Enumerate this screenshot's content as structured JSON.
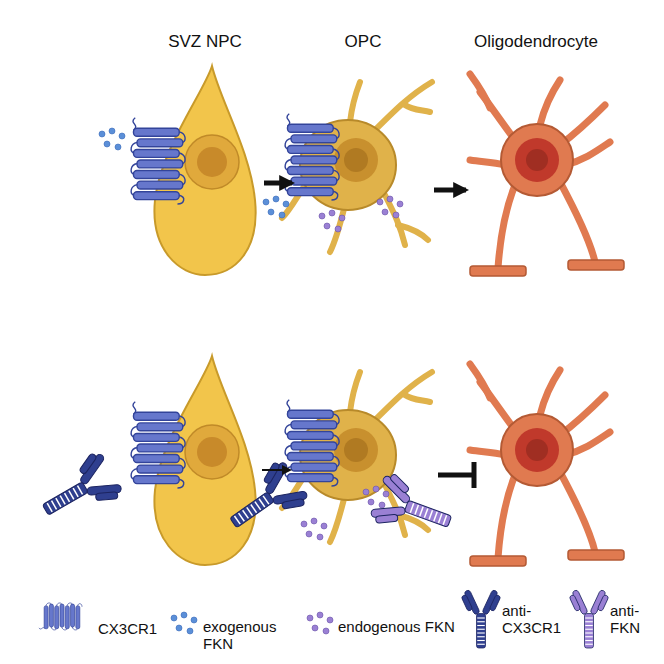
{
  "diagram": {
    "nodes": [
      {
        "text": [
          "SVZ NPC"
        ]
      },
      {
        "text": [
          "OPC"
        ]
      },
      {
        "text": [
          "Oligodendrocyte"
        ]
      }
    ],
    "edges": [
      {
        "from": 0,
        "to": 1,
        "arrow": "to"
      },
      {
        "from": 1,
        "to": 2,
        "arrow": "to"
      }
    ],
    "legend": [
      {
        "text": "CX3CR1"
      },
      {
        "text": "exogenous FKN"
      },
      {
        "text": "endogenous FKN"
      },
      {
        "text": "anti-CX3CR1"
      },
      {
        "text": "anti-FKN"
      }
    ]
  }
}
